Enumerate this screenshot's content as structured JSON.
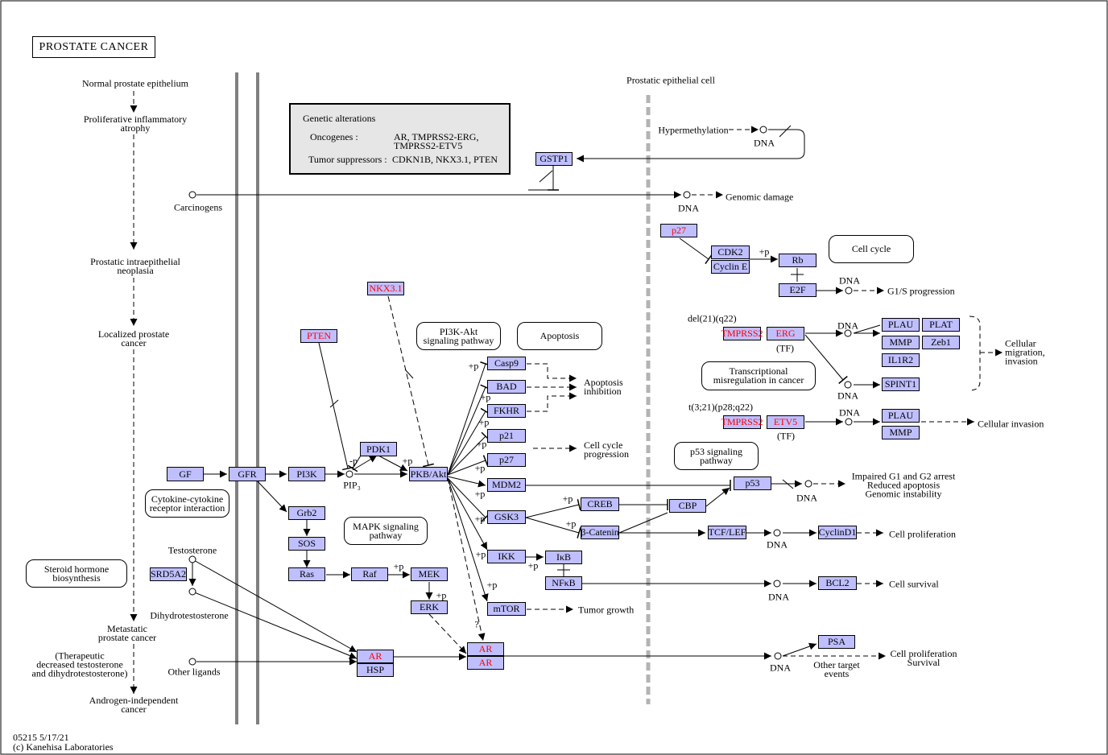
{
  "title": "PROSTATE CANCER",
  "footer": {
    "id_date": "05215 5/17/21",
    "copyright": "(c) Kanehisa Laboratories"
  },
  "alterations": {
    "heading": "Genetic alterations",
    "oncogenes_label": "Oncogenes :",
    "oncogenes_line1": "AR, TMPRSS2-ERG,",
    "oncogenes_line2": "TMPRSS2-ETV5",
    "suppressors_label": "Tumor suppressors :",
    "suppressors": "CDKN1B, NKX3.1, PTEN"
  },
  "genes": {
    "gf": "GF",
    "gfr": "GFR",
    "pi3k": "PI3K",
    "pdk1": "PDK1",
    "pkb": "PKB/Akt",
    "pten": "PTEN",
    "nkx31": "NKX3.1",
    "grb2": "Grb2",
    "sos": "SOS",
    "ras": "Ras",
    "raf": "Raf",
    "mek": "MEK",
    "erk": "ERK",
    "srd5a2": "SRD5A2",
    "ar_hsp_ar": "AR",
    "hsp": "HSP",
    "ar1": "AR",
    "ar2": "AR",
    "casp9": "Casp9",
    "bad": "BAD",
    "fkhr": "FKHR",
    "p21": "p21",
    "p27_akt": "p27",
    "mdm2": "MDM2",
    "gsk3": "GSK3",
    "ikk": "IKK",
    "mtor": "mTOR",
    "ikb": "IκB",
    "nfkb": "NFκB",
    "creb": "CREB",
    "bcatenin": "β-Catenin",
    "cbp": "CBP",
    "tcflef": "TCF/LEF",
    "cyclind1": "CyclinD1",
    "bcl2": "BCL2",
    "psa": "PSA",
    "p53": "p53",
    "gstp1": "GSTP1",
    "p27_top": "p27",
    "cdk2": "CDK2",
    "cycline": "Cyclin E",
    "rb": "Rb",
    "e2f": "E2F",
    "tmprss2_a": "TMPRSS2",
    "erg": "ERG",
    "tmprss2_b": "TMPRSS2",
    "etv5": "ETV5",
    "plau_a": "PLAU",
    "plat": "PLAT",
    "mmp_a": "MMP",
    "zeb1": "Zeb1",
    "il1r2": "IL1R2",
    "spint1": "SPINT1",
    "plau_b": "PLAU",
    "mmp_b": "MMP"
  },
  "pathways": {
    "cytokine": "Cytokine-cytokine\nreceptor interaction",
    "steroid": "Steroid hormone\nbiosynthesis",
    "pi3k_akt": "PI3K-Akt\nsignaling pathway",
    "apoptosis": "Apoptosis",
    "mapk": "MAPK signaling\npathway",
    "p53_pathway": "p53 signaling\npathway",
    "cell_cycle": "Cell cycle",
    "transcriptional": "Transcriptional\nmisregulation in cancer"
  },
  "labels": {
    "stage1": "Normal prostate epithelium",
    "stage2": "Proliferative inflammatory\natrophy",
    "stage3": "Prostatic intraepithelial\nneoplasia",
    "stage4": "Localized prostate\ncancer",
    "stage5": "Metastatic\nprostate cancer",
    "therapeutic": "(Therapeutic\ndecreased testosterone\nand dihydrotestosterone)",
    "stage6": "Androgen-independent\ncancer",
    "carcinogens": "Carcinogens",
    "testosterone": "Testosterone",
    "dihydrotestosterone": "Dihydrotestosterone",
    "other_ligands": "Other ligands",
    "pip3": "PIP₃",
    "epithelial_cell": "Prostatic epithelial cell",
    "hypermethylation": "Hypermethylation",
    "dna": "DNA",
    "genomic_damage": "Genomic damage",
    "g1s": "G1/S progression",
    "del21": "del(21)(q22)",
    "t321": "t(3;21)(p28;q22)",
    "tf": "(TF)",
    "cell_migration": "Cellular\nmigration,\ninvasion",
    "cell_invasion": "Cellular invasion",
    "apoptosis_inhibition": "Apoptosis\ninhibition",
    "cell_cycle_progression": "Cell cycle\nprogression",
    "impaired": "Impaired G1 and G2 arrest\nReduced apoptosis\nGenomic instability",
    "cell_proliferation": "Cell proliferation",
    "cell_survival": "Cell survival",
    "tumor_growth": "Tumor growth",
    "other_targets": "Other target\nevents",
    "prolif_survival": "Cell proliferation\nSurvival",
    "plus_p": "+p",
    "minus_p": "-p",
    "question": "?"
  }
}
